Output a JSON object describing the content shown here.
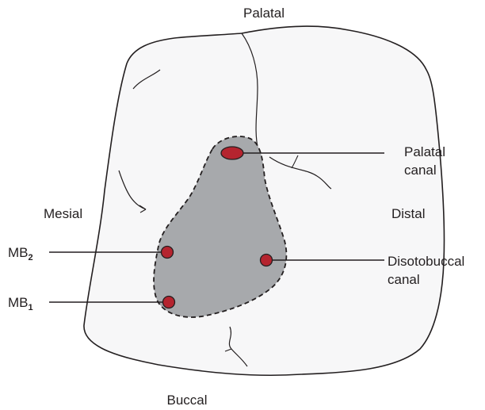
{
  "directions": {
    "top": "Palatal",
    "bottom": "Buccal",
    "left": "Mesial",
    "right": "Distal"
  },
  "canals": {
    "palatal": {
      "line1": "Palatal",
      "line2": "canal"
    },
    "distobuccal": {
      "line1": "Disotobuccal",
      "line2": "canal"
    },
    "mb2": {
      "main": "MB",
      "sub": "2"
    },
    "mb1": {
      "main": "MB",
      "sub": "1"
    }
  },
  "colors": {
    "tooth_fill": "#f7f7f8",
    "outline": "#231f20",
    "access_cavity": "#a7a9ac",
    "canal_orifice": "#b5242f"
  }
}
